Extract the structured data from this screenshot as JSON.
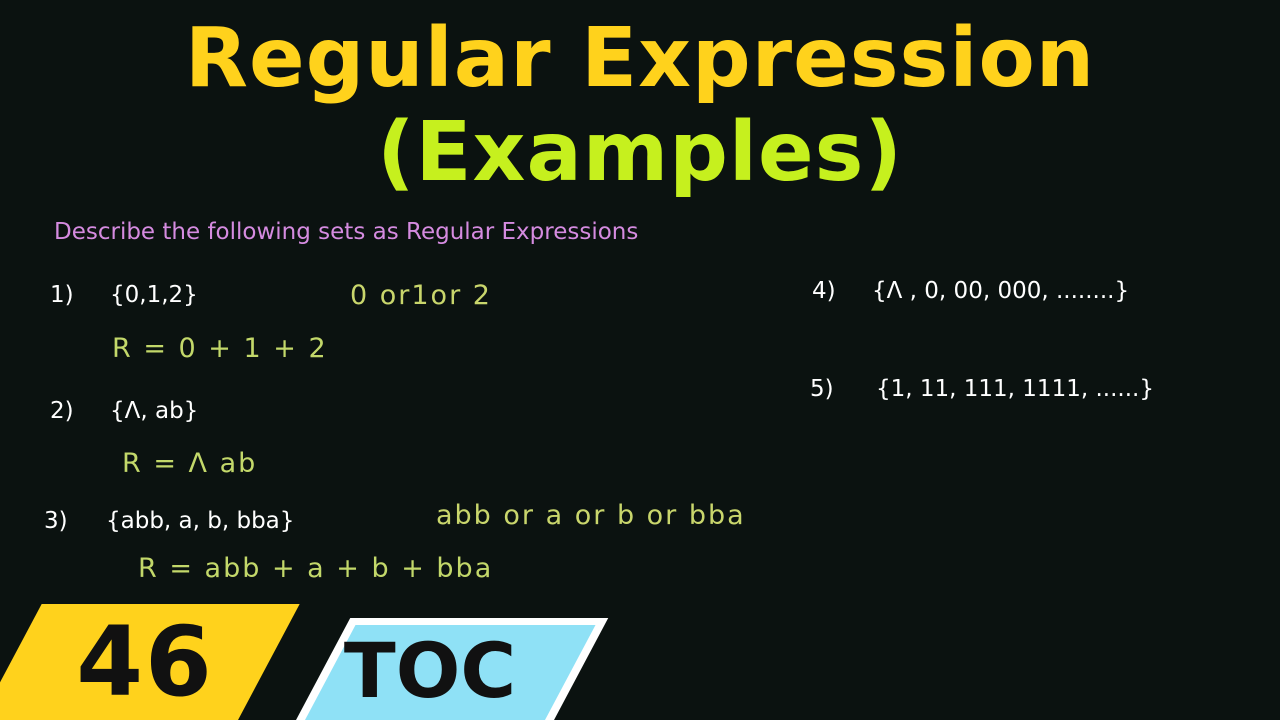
{
  "title": {
    "main": "Regular Expression",
    "sub": "(Examples)"
  },
  "prompt": "Describe the following sets as Regular Expressions",
  "examples": [
    {
      "num": "1)",
      "set": "{0,1,2}",
      "note": "0 or1or 2",
      "answer": "R = 0 + 1 + 2"
    },
    {
      "num": "2)",
      "set": "{Λ, ab}",
      "answer": "R = Λ ab"
    },
    {
      "num": "3)",
      "set": "{abb, a, b, bba}",
      "note": "abb or a or b or bba",
      "answer": "R = abb + a + b + bba"
    },
    {
      "num": "4)",
      "set": "{Λ , 0, 00, 000, ........}"
    },
    {
      "num": "5)",
      "set": "{1, 11, 111, 1111, ......}"
    }
  ],
  "badge": {
    "number": "46",
    "label": "TOC",
    "colors": {
      "left": "#ffd21c",
      "right": "#8fe1f6"
    }
  },
  "colors": {
    "background": "#0b1210",
    "title_main": "#ffd21c",
    "title_sub": "#c6f01e",
    "prompt": "#d58be0",
    "handwriting": "#c9d66c"
  }
}
